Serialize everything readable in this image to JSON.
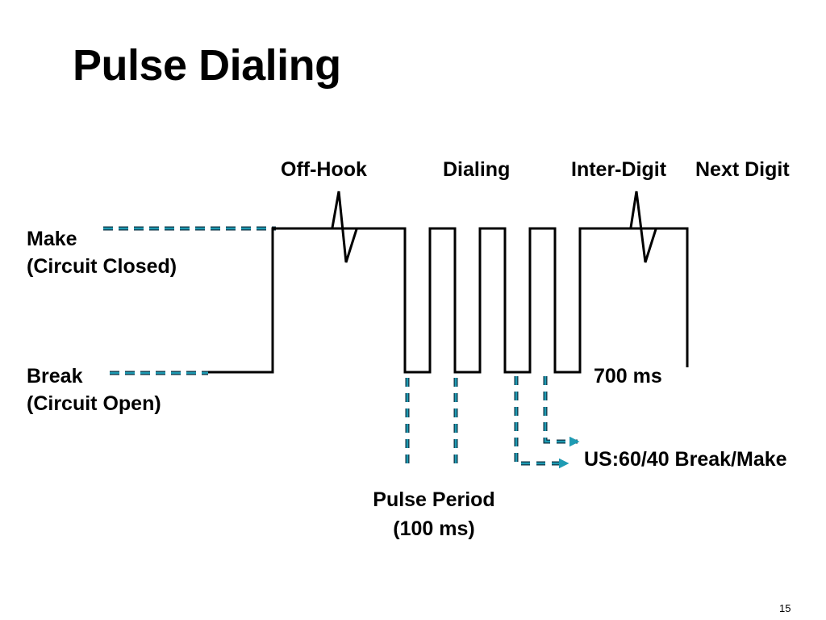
{
  "title": "Pulse Dialing",
  "phases": {
    "off_hook": "Off-Hook",
    "dialing": "Dialing",
    "inter_digit": "Inter-Digit",
    "next_digit": "Next Digit"
  },
  "levels": {
    "make": "Make",
    "make_sub": "(Circuit Closed)",
    "break": "Break",
    "break_sub": "(Circuit Open)"
  },
  "annotations": {
    "inter_digit_time": "700 ms",
    "ratio": "US:60/40 Break/Make",
    "pulse_period": "Pulse Period",
    "pulse_period_value": "(100 ms)"
  },
  "colors": {
    "signal": "#000000",
    "marker": "#1f9bb3",
    "marker_dark": "#0f3040"
  },
  "page_number": "15"
}
